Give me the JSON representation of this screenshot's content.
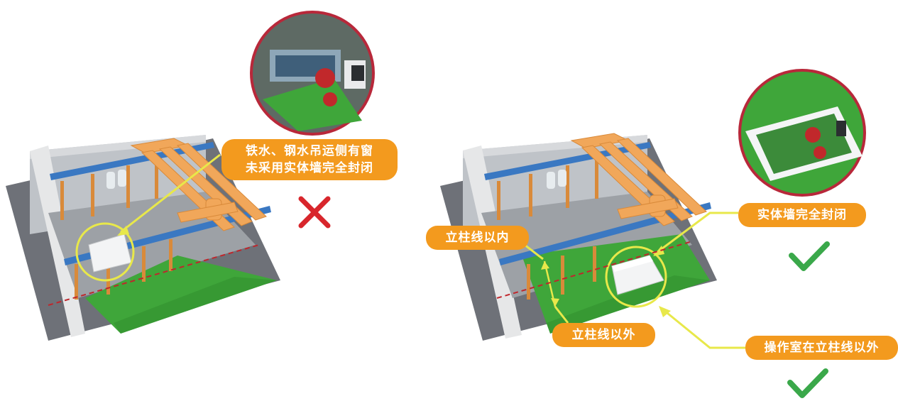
{
  "left_panel": {
    "callout_line1": "铁水、钢水吊运侧有窗",
    "callout_line2": "未采用实体墙完全封闭"
  },
  "right_panel": {
    "label_inside": "立柱线以内",
    "label_outside": "立柱线以外",
    "label_wall": "实体墙完全封闭",
    "label_room": "操作室在立柱线以外"
  },
  "colors": {
    "badge": "#f39a1e",
    "floor_green": "#3fa63a",
    "wall_blue": "#3a78c2",
    "beam_orange": "#f1a75a",
    "cross_red": "#d8262c",
    "check_green": "#3aa84a",
    "highlight_yellow": "#e8e84a",
    "column_line_red": "#c0262c"
  }
}
